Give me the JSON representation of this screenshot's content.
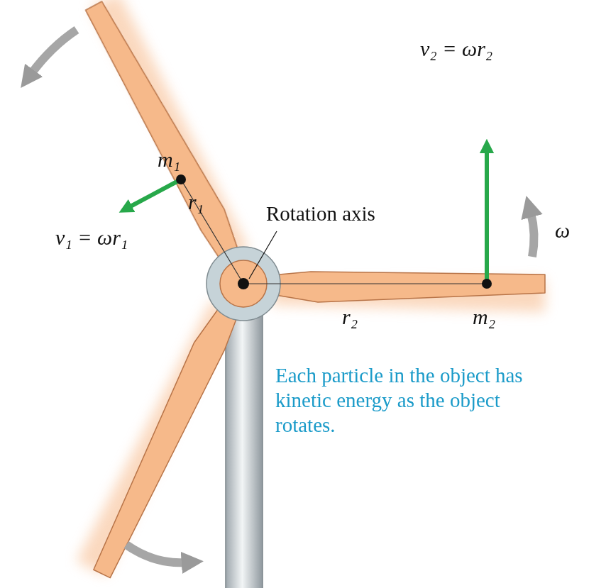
{
  "diagram": {
    "labels": [
      "v₂ = ωr₂",
      "m₁",
      "r₁",
      "Rotation axis",
      "ω",
      "v₁ = ωr₁",
      "r₂",
      "m₂",
      "Each particle in the object has kinetic energy as the object rotates."
    ]
  }
}
